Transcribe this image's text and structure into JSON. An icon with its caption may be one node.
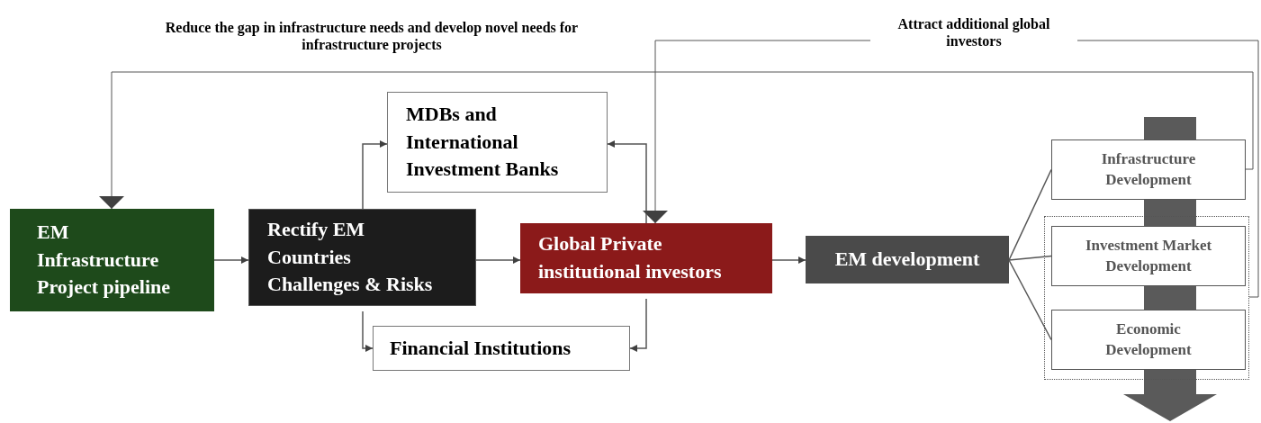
{
  "diagram": {
    "nodes": [
      {
        "text": [
          "EM Infrastructure Project pipeline"
        ]
      },
      {
        "text": [
          "Rectify EM Countries Challenges & Risks"
        ]
      },
      {
        "text": [
          "MDBs and International Investment Banks"
        ]
      },
      {
        "text": [
          "Global Private institutional investors"
        ]
      },
      {
        "text": [
          "Financial Institutions"
        ]
      },
      {
        "text": [
          "EM development"
        ]
      },
      {
        "text": [
          "Infrastructure Development"
        ]
      },
      {
        "text": [],
        "shape": "box"
      },
      {
        "text": [
          "Investment Market Development"
        ],
        "in": 7
      },
      {
        "text": [
          "Economic Development"
        ],
        "in": 7
      }
    ],
    "edges": [
      {
        "from": 0,
        "to": 1,
        "arrow": "to"
      },
      {
        "from": 1,
        "to": 3,
        "arrow": "to"
      },
      {
        "from": 1,
        "to": 2,
        "arrow": "to"
      },
      {
        "from": 1,
        "to": 4,
        "arrow": "to"
      },
      {
        "from": 3,
        "to": 2,
        "arrow": "to"
      },
      {
        "from": 3,
        "to": 4,
        "arrow": "to"
      },
      {
        "from": 3,
        "to": 5,
        "arrow": "to"
      },
      {
        "from": 5,
        "to": 6,
        "arrow": "none"
      },
      {
        "from": 5,
        "to": 8,
        "arrow": "none"
      },
      {
        "from": 5,
        "to": 9,
        "arrow": "none"
      },
      {
        "from": 6,
        "to": 0,
        "arrow": "to",
        "label": "Reduce the gap in infrastructure needs and develop novel needs for infrastructure projects"
      },
      {
        "from": 7,
        "to": 3,
        "arrow": "to",
        "label": "Attract additional global investors"
      }
    ]
  }
}
